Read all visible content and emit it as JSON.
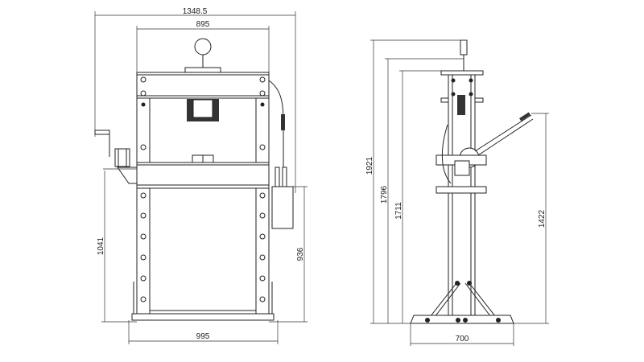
{
  "front_view": {
    "overall_width": "1348.5",
    "frame_width": "895",
    "winch_height": "1041",
    "table_height": "936",
    "base_width": "995"
  },
  "side_view": {
    "overall_height": "1921",
    "cylinder_height": "1796",
    "frame_height": "1711",
    "handle_height": "1422",
    "base_width": "700"
  },
  "colors": {
    "line": "#222222",
    "background": "#ffffff"
  }
}
